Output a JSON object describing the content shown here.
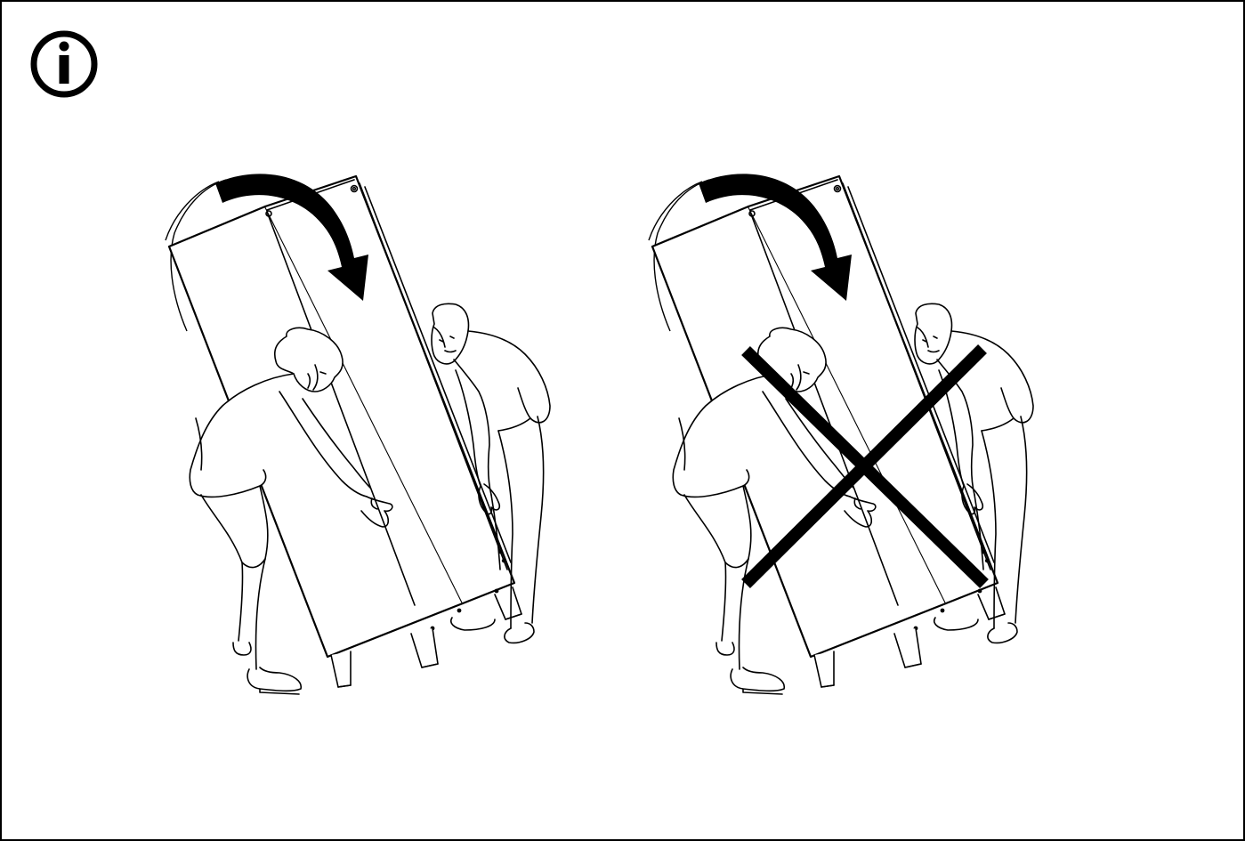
{
  "info_badge": {
    "icon": "info-icon",
    "glyph": "i"
  },
  "panels": [
    {
      "name": "correct-two-person-tilt",
      "icon": "curved-arrow-icon",
      "status": "allowed"
    },
    {
      "name": "incorrect-two-person-tilt",
      "icon": "curved-arrow-icon",
      "status": "prohibited",
      "mark": "cross-mark-icon"
    }
  ],
  "colors": {
    "line": "#000000",
    "background": "#ffffff"
  }
}
